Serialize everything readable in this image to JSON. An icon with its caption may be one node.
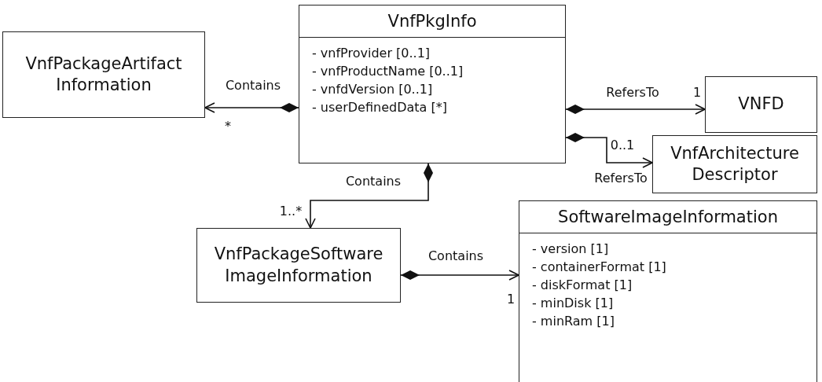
{
  "diagram": {
    "nodes": [
      {
        "text": [
          "VnfPkgInfo",
          "- vnfProvider [0..1]",
          "- vnfProductName [0..1]",
          "- vnfdVersion [0..1]",
          "- userDefinedData [*]"
        ]
      },
      {
        "text": [
          "VnfPackageArtifact Information"
        ]
      },
      {
        "text": [
          "VNFD"
        ]
      },
      {
        "text": [
          "VnfArchitecture Descriptor"
        ]
      },
      {
        "text": [
          "VnfPackageSoftware ImageInformation"
        ]
      },
      {
        "text": [
          "SoftwareImageInformation",
          "- version [1]",
          "- containerFormat [1]",
          "- diskFormat [1]",
          "- minDisk [1]",
          "- minRam [1]"
        ]
      }
    ],
    "edges": [
      {
        "from": 0,
        "to": 1,
        "arrow": "to",
        "label": "Contains"
      },
      {
        "from": 0,
        "to": 2,
        "arrow": "to",
        "label": "RefersTo"
      },
      {
        "from": 0,
        "to": 3,
        "arrow": "to",
        "label": "RefersTo"
      },
      {
        "from": 0,
        "to": 4,
        "arrow": "to",
        "label": "Contains"
      },
      {
        "from": 4,
        "to": 5,
        "arrow": "to",
        "label": "Contains"
      }
    ],
    "labels": [
      "1",
      "*",
      "0..1",
      "1..*",
      "1"
    ]
  }
}
